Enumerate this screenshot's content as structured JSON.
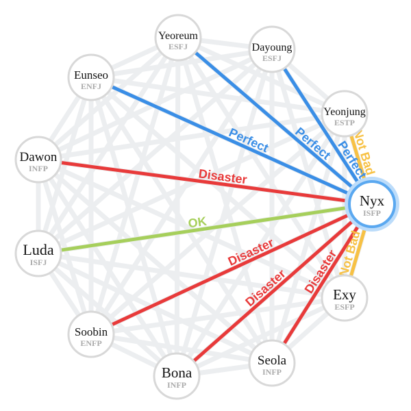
{
  "colors": {
    "perfect": "#3a8ee6",
    "disaster": "#e83a3a",
    "ok": "#a6cf5b",
    "not_bad": "#f7c144",
    "center_ring": "#5aa8f0",
    "center_glow": "#bcdcfa"
  },
  "center": "Nyx",
  "people": [
    {
      "id": "yeoreum",
      "name": "Yeoreum",
      "mbti": "ESFJ"
    },
    {
      "id": "dayoung",
      "name": "Dayoung",
      "mbti": "ESFJ"
    },
    {
      "id": "yeonjung",
      "name": "Yeonjung",
      "mbti": "ESTP"
    },
    {
      "id": "nyx",
      "name": "Nyx",
      "mbti": "ISFP"
    },
    {
      "id": "exy",
      "name": "Exy",
      "mbti": "ESFP"
    },
    {
      "id": "seola",
      "name": "Seola",
      "mbti": "INFP"
    },
    {
      "id": "bona",
      "name": "Bona",
      "mbti": "INFP"
    },
    {
      "id": "soobin",
      "name": "Soobin",
      "mbti": "ENFP"
    },
    {
      "id": "luda",
      "name": "Luda",
      "mbti": "ISFJ"
    },
    {
      "id": "dawon",
      "name": "Dawon",
      "mbti": "INFP"
    },
    {
      "id": "eunseo",
      "name": "Eunseo",
      "mbti": "ENFJ"
    }
  ],
  "relations": [
    {
      "target": "yeoreum",
      "type": "perfect",
      "label": "Perfect"
    },
    {
      "target": "dayoung",
      "type": "perfect",
      "label": "Perfect"
    },
    {
      "target": "yeonjung",
      "type": "not_bad",
      "label": "Not Bad"
    },
    {
      "target": "exy",
      "type": "not_bad",
      "label": "Not Bad"
    },
    {
      "target": "seola",
      "type": "disaster",
      "label": "Disaster"
    },
    {
      "target": "bona",
      "type": "disaster",
      "label": "Disaster"
    },
    {
      "target": "soobin",
      "type": "disaster",
      "label": "Disaster"
    },
    {
      "target": "luda",
      "type": "ok",
      "label": "OK"
    },
    {
      "target": "dawon",
      "type": "disaster",
      "label": "Disaster"
    },
    {
      "target": "eunseo",
      "type": "perfect",
      "label": "Perfect"
    }
  ]
}
